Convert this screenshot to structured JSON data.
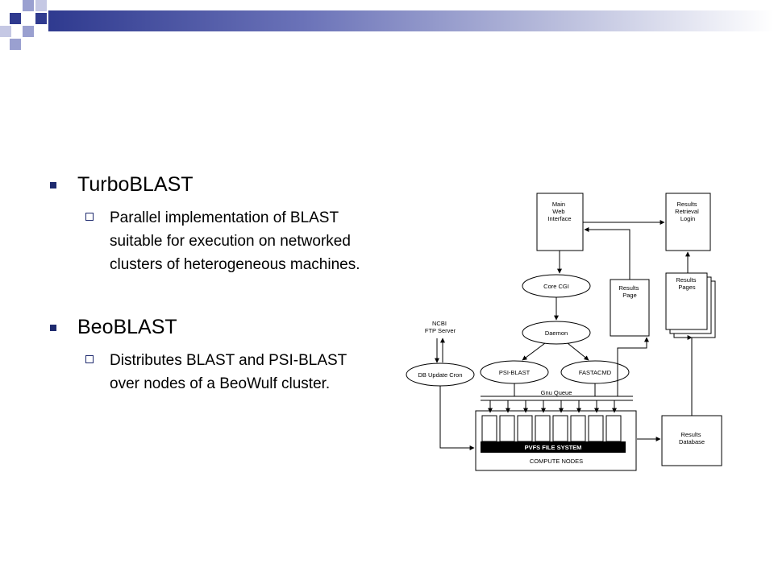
{
  "colors": {
    "accent": "#1e2a6e",
    "square_light": "#9aa0d0",
    "square_dark": "#2f3a8f"
  },
  "bullets": [
    {
      "title": "TurboBLAST",
      "sub": "Parallel implementation of BLAST suitable for execution on networked clusters of heterogeneous machines."
    },
    {
      "title": "BeoBLAST",
      "sub": "Distributes BLAST and PSI-BLAST over nodes of a BeoWulf cluster."
    }
  ],
  "diagram": {
    "main_web_interface": [
      "Main",
      "Web",
      "Interface"
    ],
    "results_retrieval_login": [
      "Results",
      "Retrieval",
      "Login"
    ],
    "core_cgi": "Core CGI",
    "results_page": [
      "Results",
      "Page"
    ],
    "results_pages": [
      "Results",
      "Pages"
    ],
    "ncbi_ftp_server": [
      "NCBI",
      "FTP Server"
    ],
    "daemon": "Daemon",
    "db_update_cron": "DB Update Cron",
    "psi_blast": "PSI-BLAST",
    "fastacmd": "FASTACMD",
    "gnu_queue": "Gnu Queue",
    "pvfs_file_system": "PVFS FILE SYSTEM",
    "compute_nodes": "COMPUTE NODES",
    "results_database": [
      "Results",
      "Database"
    ]
  }
}
